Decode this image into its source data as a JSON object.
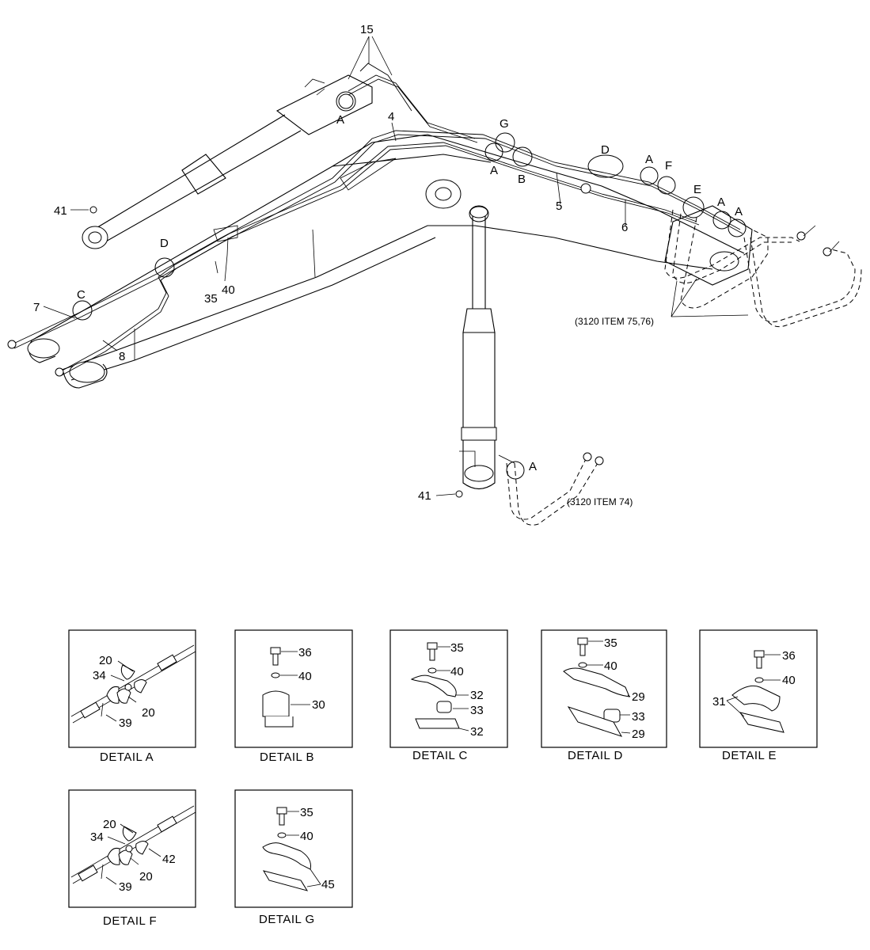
{
  "main_labels": {
    "l15": "15",
    "l4": "4",
    "l41_top": "41",
    "l41_bottom": "41",
    "lA_top": "A",
    "lG": "G",
    "lA_g": "A",
    "lB": "B",
    "l5": "5",
    "lD_top": "D",
    "lA_d": "A",
    "lF": "F",
    "lE": "E",
    "l6": "6",
    "lA_e1": "A",
    "lA_e2": "A",
    "lD_left": "D",
    "l35": "35",
    "l40": "40",
    "lC": "C",
    "l7": "7",
    "l8": "8",
    "lA_cyl": "A",
    "ref_75_76": "(3120 ITEM 75,76)",
    "ref_74": "(3120 ITEM 74)"
  },
  "details": {
    "a": {
      "caption": "DETAIL  A",
      "n20a": "20",
      "n34": "34",
      "n20b": "20",
      "n39": "39"
    },
    "b": {
      "caption": "DETAIL  B",
      "n36": "36",
      "n40": "40",
      "n30": "30"
    },
    "c": {
      "caption": "DETAIL  C",
      "n35": "35",
      "n40": "40",
      "n32a": "32",
      "n33": "33",
      "n32b": "32"
    },
    "d": {
      "caption": "DETAIL  D",
      "n35": "35",
      "n40": "40",
      "n29a": "29",
      "n33": "33",
      "n29b": "29"
    },
    "e": {
      "caption": "DETAIL  E",
      "n36": "36",
      "n40": "40",
      "n31": "31"
    },
    "f": {
      "caption": "DETAIL  F",
      "n20a": "20",
      "n34": "34",
      "n42": "42",
      "n20b": "20",
      "n39": "39"
    },
    "g": {
      "caption": "DETAIL  G",
      "n35": "35",
      "n40": "40",
      "n45": "45"
    }
  }
}
